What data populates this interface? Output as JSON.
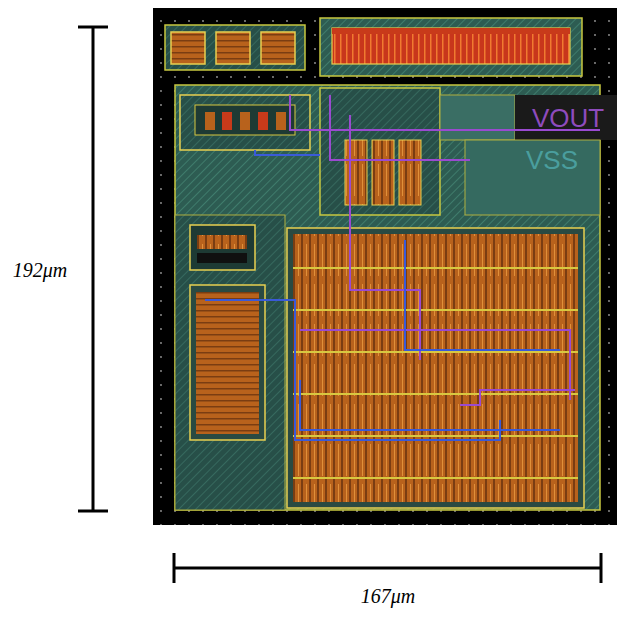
{
  "diagram": {
    "labels": [
      "192μm",
      "167μm",
      "VOUT",
      "VSS"
    ]
  }
}
